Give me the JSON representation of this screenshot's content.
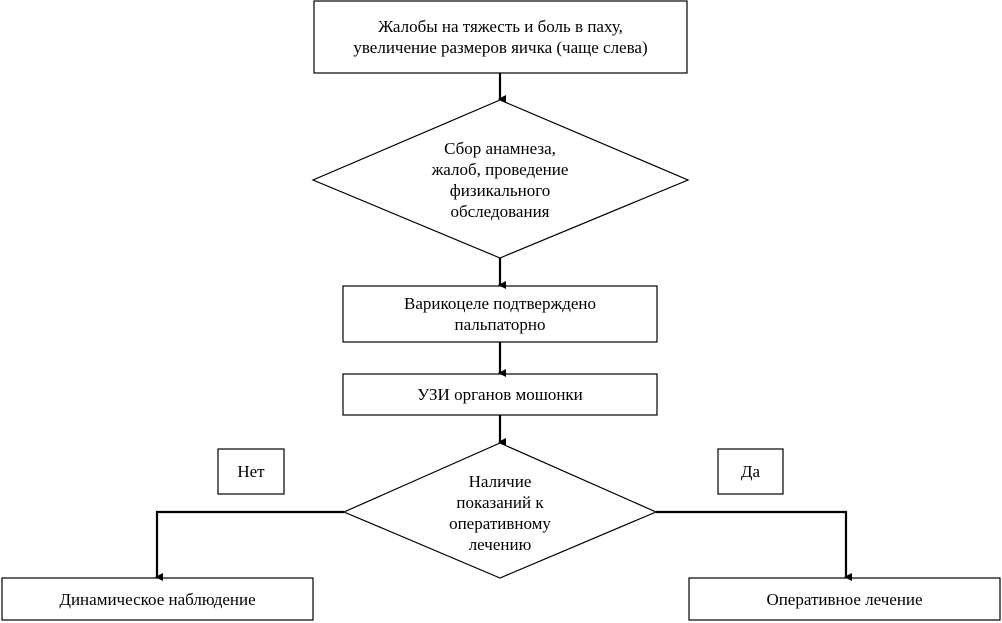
{
  "nodes": {
    "complaints": {
      "text": "Жалобы на тяжесть и боль в паху,\nувеличение размеров яичка (чаще слева)"
    },
    "history": {
      "text": "Сбор анамнеза,\nжалоб, проведение\nфизикального\nобследования"
    },
    "varicocele": {
      "text": "Варикоцеле подтверждено\nпальпаторно"
    },
    "ultrasound": {
      "text": "УЗИ органов мошонки"
    },
    "indications": {
      "text": "Наличие\nпоказаний к\nоперативному\nлечению"
    },
    "no_label": {
      "text": "Нет"
    },
    "yes_label": {
      "text": "Да"
    },
    "observation": {
      "text": "Динамическое наблюдение"
    },
    "surgery": {
      "text": "Оперативное лечение"
    }
  },
  "style": {
    "stroke": "#000000",
    "fill": "#ffffff"
  }
}
